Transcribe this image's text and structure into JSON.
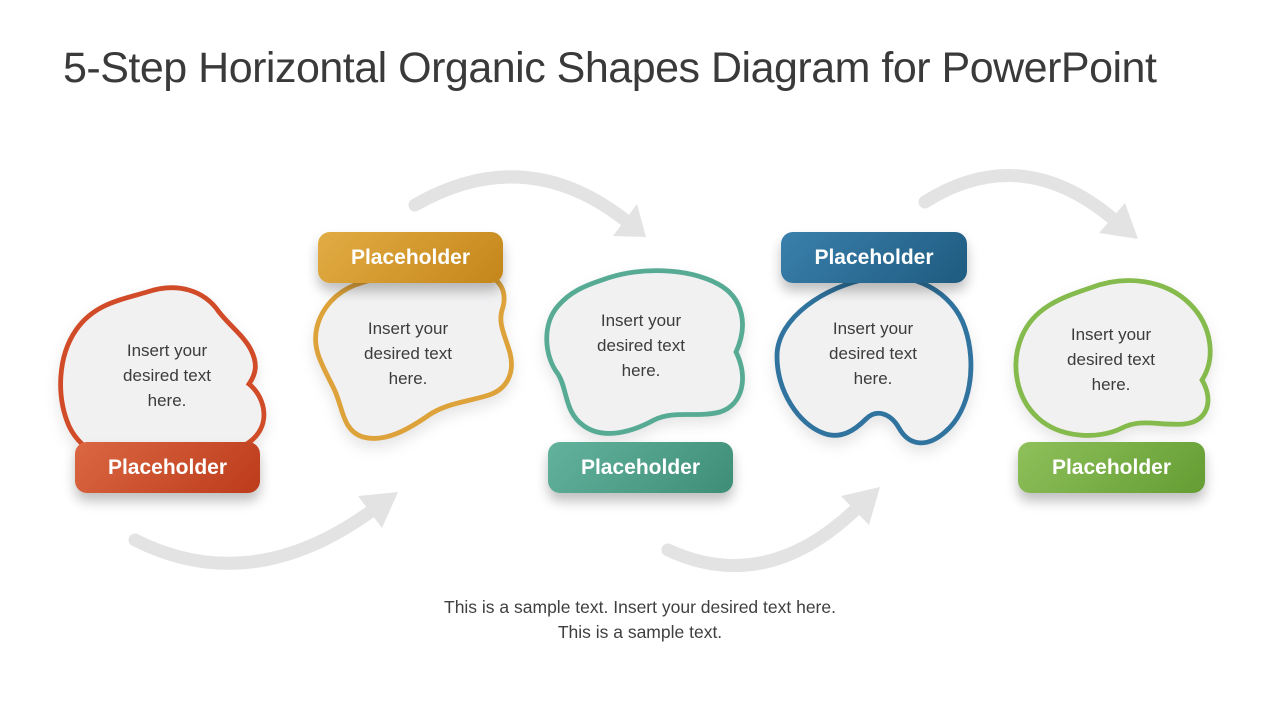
{
  "title": "5-Step Horizontal Organic Shapes Diagram for PowerPoint",
  "caption": "This is a sample text. Insert your desired text here. This is a sample text.",
  "steps": [
    {
      "label": "Placeholder",
      "body": "Insert your desired text here.",
      "stroke": "#d14b28",
      "badge_bg": "linear-gradient(135deg, #db6742, #bc3b1b)",
      "badge_position": "bottom"
    },
    {
      "label": "Placeholder",
      "body": "Insert your desired text here.",
      "stroke": "#dda23a",
      "badge_bg": "linear-gradient(135deg, #e2ac44, #c4861a)",
      "badge_position": "top"
    },
    {
      "label": "Placeholder",
      "body": "Insert your desired text here.",
      "stroke": "#57ab94",
      "badge_bg": "linear-gradient(135deg, #62b29d, #3e8e77)",
      "badge_position": "bottom"
    },
    {
      "label": "Placeholder",
      "body": "Insert your desired text here.",
      "stroke": "#2f739e",
      "badge_bg": "linear-gradient(135deg, #3a80ac, #1f5b80)",
      "badge_position": "top"
    },
    {
      "label": "Placeholder",
      "body": "Insert your desired text here.",
      "stroke": "#85ba4c",
      "badge_bg": "linear-gradient(135deg, #8fc05b, #649d33)",
      "badge_position": "bottom"
    }
  ],
  "colors": {
    "background": "#ffffff",
    "blob_fill": "#f1f1f2",
    "arrow": "#e3e3e3",
    "title_text": "#3a3a3a",
    "body_text": "#3c3c3c",
    "badge_text": "#ffffff"
  }
}
